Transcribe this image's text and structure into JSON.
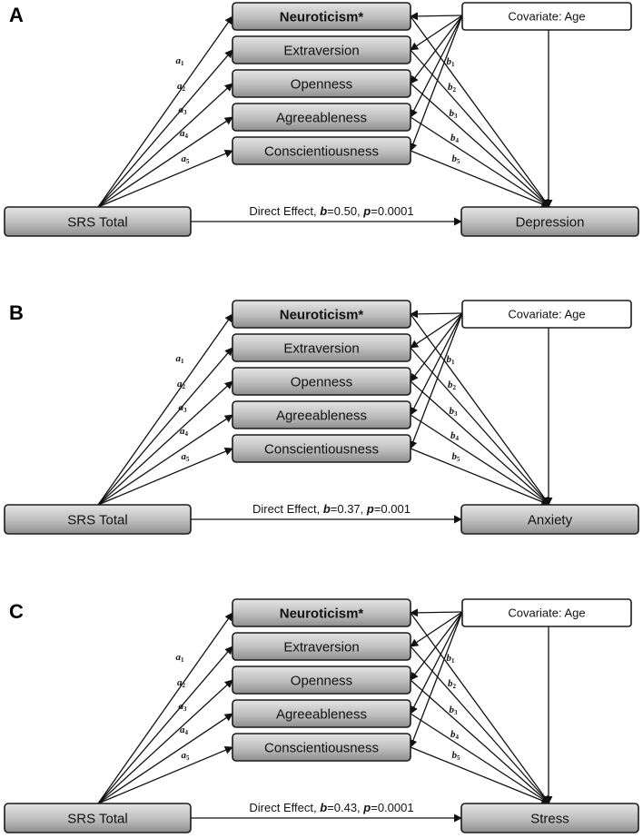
{
  "panels": [
    {
      "letter": "A",
      "mediators": [
        "Neuroticism*",
        "Extraversion",
        "Openness",
        "Agreeableness",
        "Conscientiousness"
      ],
      "covariate": "Covariate: Age",
      "predictor": "SRS Total",
      "outcome": "Depression",
      "direct_effect": {
        "prefix": "Direct Effect, ",
        "b_sym": "b",
        "b_val": "=0.50, ",
        "p_sym": "p",
        "p_val": "=0.0001"
      }
    },
    {
      "letter": "B",
      "mediators": [
        "Neuroticism*",
        "Extraversion",
        "Openness",
        "Agreeableness",
        "Conscientiousness"
      ],
      "covariate": "Covariate: Age",
      "predictor": "SRS Total",
      "outcome": "Anxiety",
      "direct_effect": {
        "prefix": "Direct Effect, ",
        "b_sym": "b",
        "b_val": "=0.37, ",
        "p_sym": "p",
        "p_val": "=0.001"
      }
    },
    {
      "letter": "C",
      "mediators": [
        "Neuroticism*",
        "Extraversion",
        "Openness",
        "Agreeableness",
        "Conscientiousness"
      ],
      "covariate": "Covariate: Age",
      "predictor": "SRS Total",
      "outcome": "Stress",
      "direct_effect": {
        "prefix": "Direct Effect, ",
        "b_sym": "b",
        "b_val": "=0.43, ",
        "p_sym": "p",
        "p_val": "=0.0001"
      }
    }
  ],
  "path_labels": {
    "a": {
      "symbol": "a",
      "subs": [
        "1",
        "2",
        "3",
        "4",
        "5"
      ]
    },
    "b": {
      "symbol": "b",
      "subs": [
        "1",
        "2",
        "3",
        "4",
        "5"
      ]
    }
  }
}
